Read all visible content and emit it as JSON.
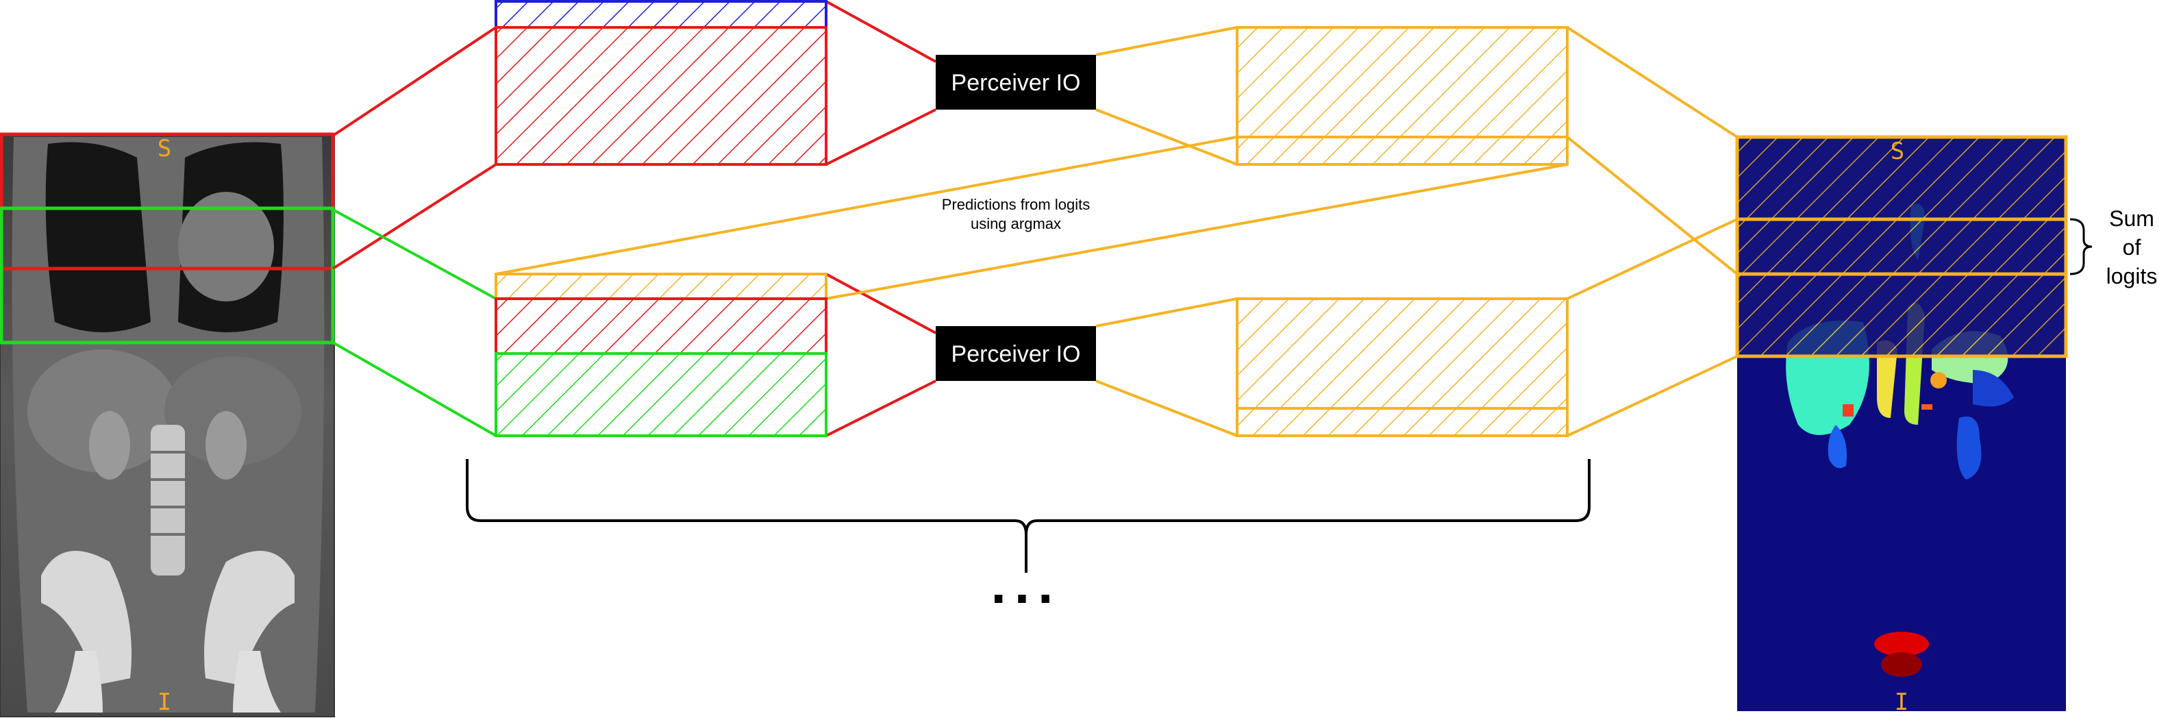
{
  "model": {
    "top_label": "Perceiver IO",
    "bottom_label": "Perceiver IO"
  },
  "annotation": {
    "line1": "Predictions from logits",
    "line2": "using argmax"
  },
  "sum_label": {
    "line1": "Sum",
    "line2": "of",
    "line3": "logits"
  },
  "ellipsis": "...",
  "ct_scan": {
    "top": "S",
    "bottom": "I"
  },
  "segmentation": {
    "top": "S",
    "bottom": "I"
  },
  "colors": {
    "red": "#e8191c",
    "green": "#1fdc1f",
    "blue": "#1f1fd8",
    "orange": "#f5b324",
    "navy": "#0c0c7f",
    "black": "#000000"
  }
}
